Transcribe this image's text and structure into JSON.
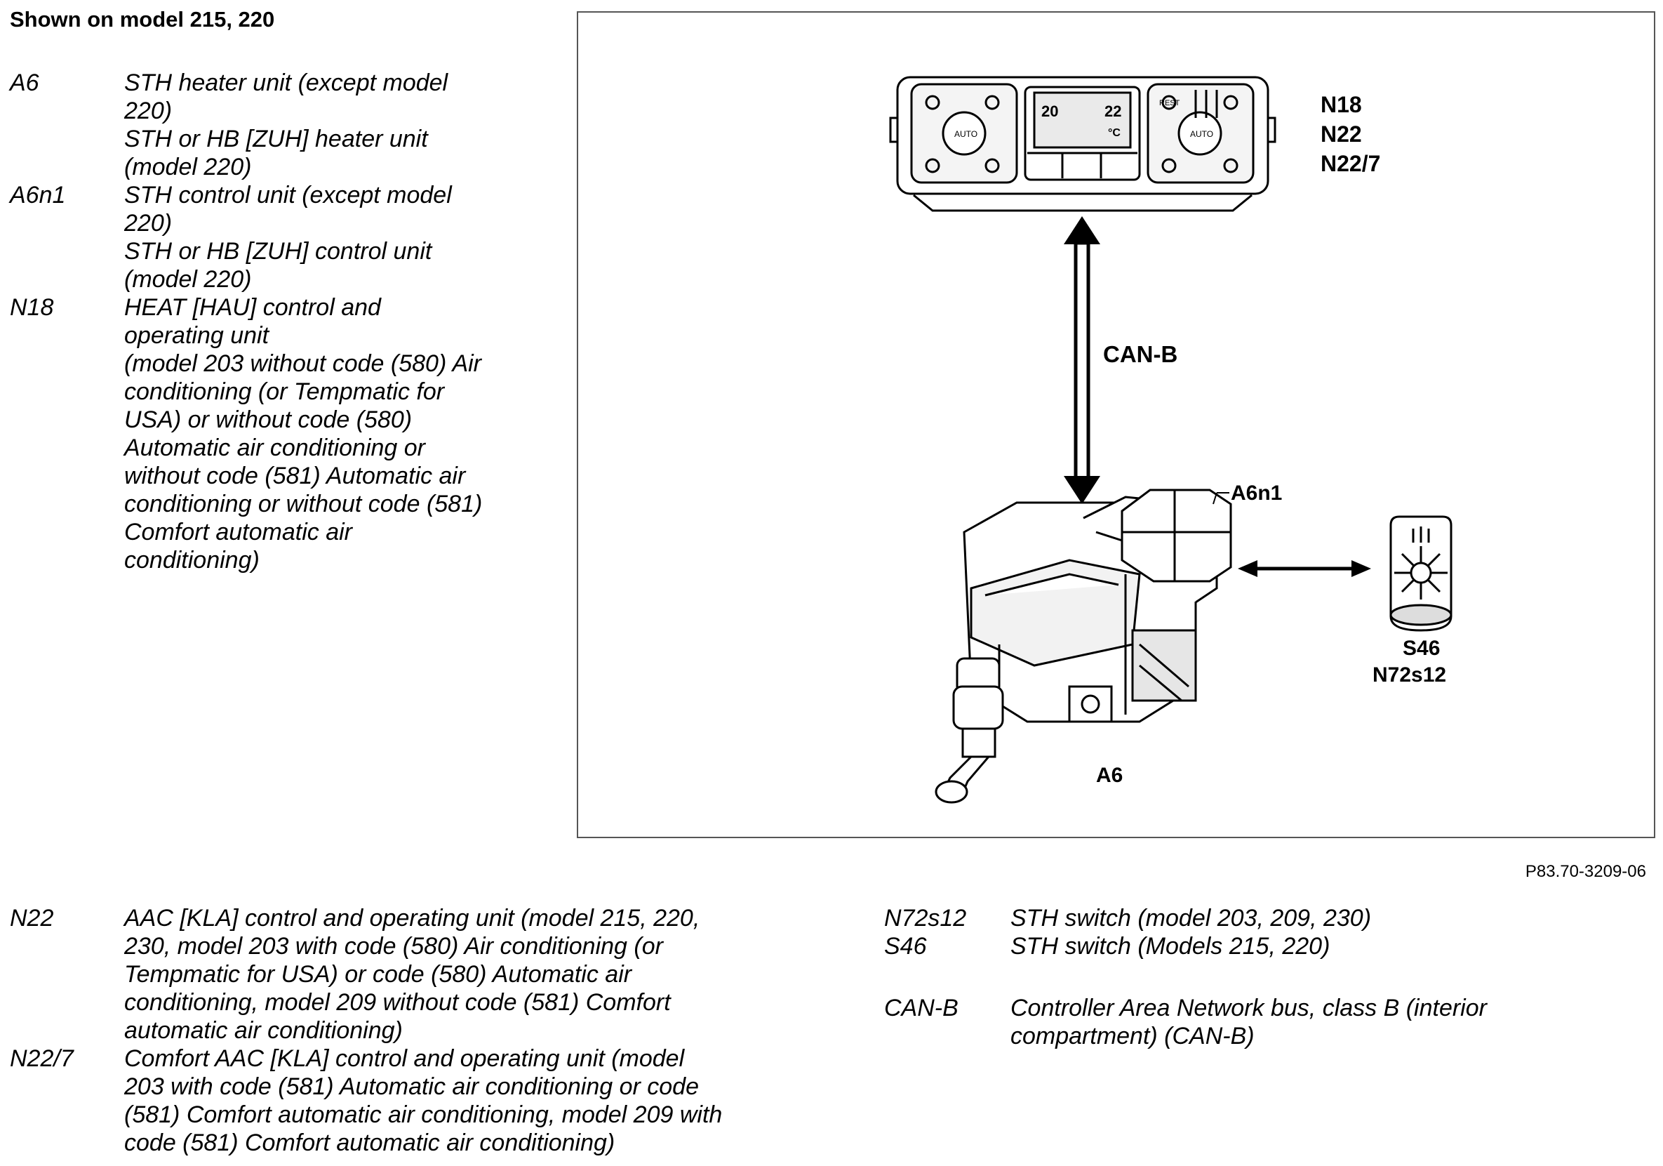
{
  "heading": "Shown on model 215, 220",
  "legend_left": [
    {
      "code": "A6",
      "desc": [
        "STH heater unit (except model",
        "220)",
        "STH or HB [ZUH] heater unit",
        "(model 220)"
      ]
    },
    {
      "code": "A6n1",
      "desc": [
        "STH control unit (except model",
        "220)",
        "STH or HB [ZUH] control unit",
        "(model 220)"
      ]
    },
    {
      "code": "N18",
      "desc": [
        "HEAT [HAU] control and",
        "operating unit",
        "(model 203 without code (580) Air",
        "conditioning (or Tempmatic for",
        "USA) or without code (580)",
        "Automatic air conditioning or",
        "without code (581) Automatic air",
        "conditioning or without code (581)",
        "Comfort automatic air",
        "conditioning)"
      ]
    }
  ],
  "legend_bottom_left": [
    {
      "code": "N22",
      "desc": [
        "AAC [KLA] control and operating unit (model 215, 220,",
        "230, model 203 with code (580) Air conditioning (or",
        "Tempmatic for USA) or code (580) Automatic air",
        "conditioning, model 209 without code (581) Comfort",
        "automatic air conditioning)"
      ]
    },
    {
      "code": "N22/7",
      "desc": [
        "Comfort AAC [KLA] control and operating unit (model",
        "203 with code (581) Automatic air conditioning or code",
        "(581) Comfort automatic air conditioning, model 209 with",
        "code (581) Comfort automatic air conditioning)"
      ]
    }
  ],
  "legend_bottom_right": [
    {
      "code": "N72s12",
      "desc": [
        "STH switch (model 203, 209, 230)"
      ]
    },
    {
      "code": "S46",
      "desc": [
        "STH switch (Models 215, 220)"
      ]
    },
    {
      "code": "CAN-B",
      "desc": [
        "Controller Area Network bus, class B (interior",
        "compartment) (CAN-B)"
      ]
    }
  ],
  "figure": {
    "control_panel_labels": [
      "N18",
      "N22",
      "N22/7"
    ],
    "bus_label": "CAN-B",
    "control_unit_label": "A6n1",
    "heater_label": "A6",
    "switch_labels": [
      "S46",
      "N72s12"
    ],
    "display_left_value": "20",
    "display_right_value": "22",
    "display_unit": "°C",
    "panel_button_auto": "AUTO",
    "panel_button_rest": "REST"
  },
  "figure_reference": "P83.70-3209-06"
}
